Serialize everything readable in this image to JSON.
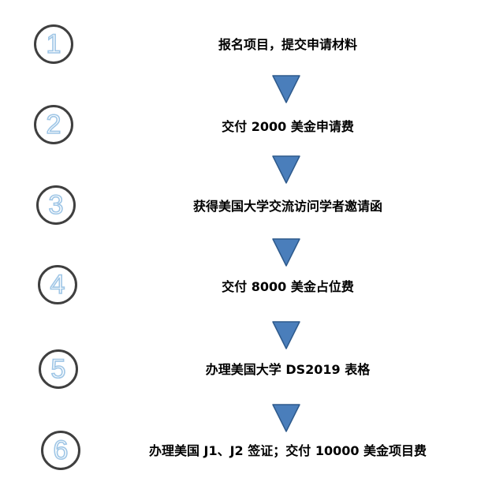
{
  "steps": [
    {
      "number": "1",
      "label": "报名项目，提交申请材料"
    },
    {
      "number": "2",
      "label": "交付 2000 美金申请费"
    },
    {
      "number": "3",
      "label": "获得美国大学交流访问学者邀请函"
    },
    {
      "number": "4",
      "label": "交付 8000 美金占位费"
    },
    {
      "number": "5",
      "label": "办理美国大学 DS2019  表格"
    },
    {
      "number": "6",
      "label": "办理美国 J1、J2 签证；交付 10000 美金项目费"
    }
  ],
  "colors": {
    "circle_border": "#3f3f3f",
    "number_outline": "#9fc6e6",
    "arrow_fill": "#4a7ebb",
    "arrow_stroke": "#2e5a8c",
    "text": "#000000"
  },
  "icons": {
    "flow_arrow": "down-triangle-arrow-icon"
  }
}
